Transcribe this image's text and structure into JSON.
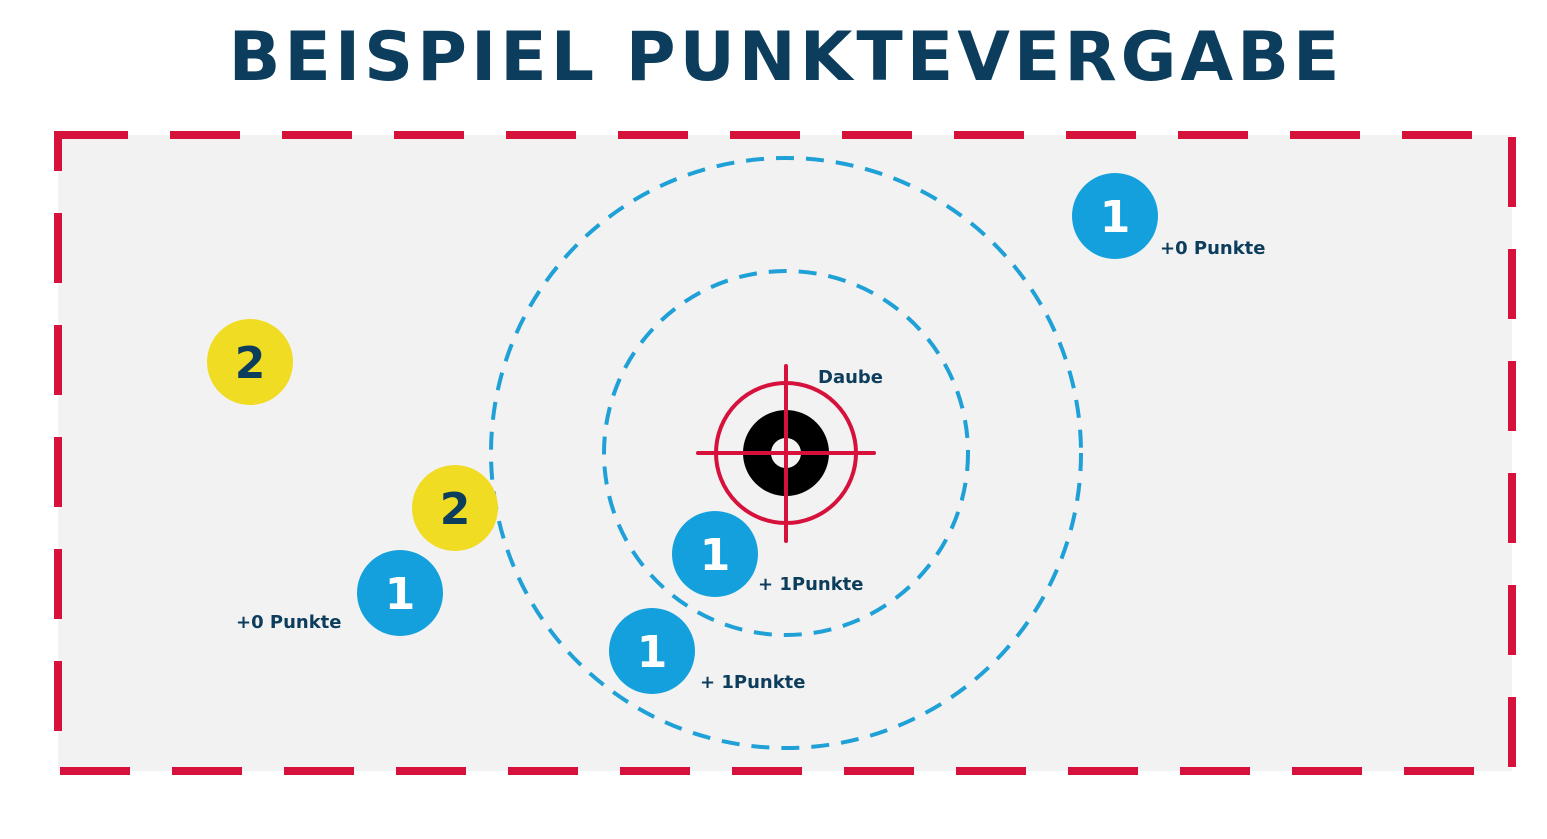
{
  "title": "BEISPIEL PUNKTEVERGABE",
  "target": {
    "label": "Daube"
  },
  "balls": [
    {
      "team": "1",
      "points_label": "+0 Punkte"
    },
    {
      "team": "2"
    },
    {
      "team": "2"
    },
    {
      "team": "1",
      "points_label": "+0 Punkte"
    },
    {
      "team": "1",
      "points_label": "+ 1Punkte"
    },
    {
      "team": "1",
      "points_label": "+ 1Punkte"
    }
  ],
  "colors": {
    "team1": "#13a0dc",
    "team2": "#f0dc23",
    "field_border": "#d6123c",
    "rings": "#1fa0d6",
    "text": "#0d3d5c"
  }
}
